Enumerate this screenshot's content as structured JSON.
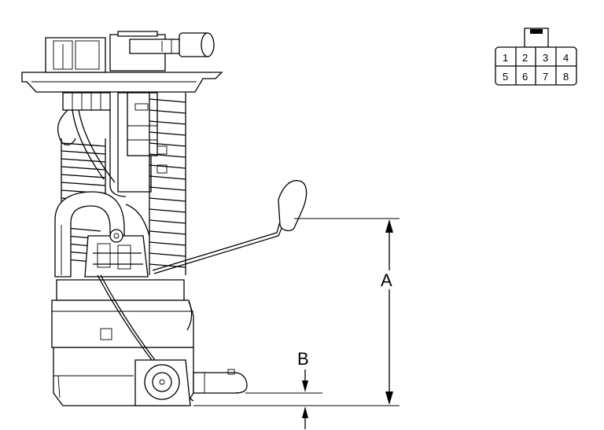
{
  "labels": {
    "dimension_a": "A",
    "dimension_b": "B"
  },
  "connector": {
    "pins": [
      "1",
      "2",
      "3",
      "4",
      "5",
      "6",
      "7",
      "8"
    ]
  }
}
